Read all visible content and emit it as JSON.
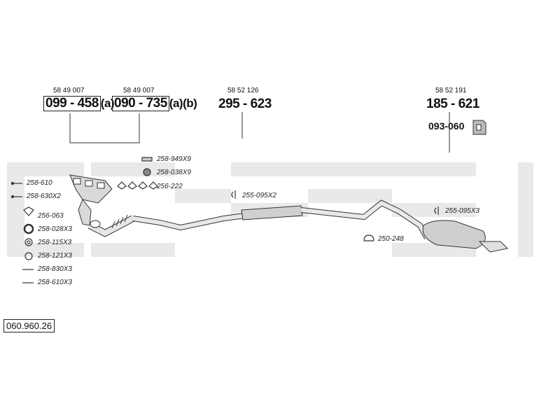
{
  "diagram_ref": "060.960.26",
  "groups": [
    {
      "oem": "58 49 007",
      "part": "099 - 458",
      "suffix": "(a)"
    },
    {
      "oem": "58 49 007",
      "part": "090 - 735",
      "suffix": "(a)(b)"
    },
    {
      "oem": "58 52 126",
      "part": "295 - 623"
    },
    {
      "oem": "58 52 191",
      "part": "185 - 621"
    }
  ],
  "bracket_part": "093-060",
  "left_parts": [
    "258-610",
    "258-630X2",
    "256-063",
    "258-028X3",
    "258-115X3",
    "258-121X3",
    "258-830X3",
    "258-610X3"
  ],
  "top_parts": [
    "258-949X9",
    "258-038X9",
    "256-222"
  ],
  "clamp_parts": [
    "255-095X2",
    "255-095X3"
  ],
  "hanger_part": "250-248",
  "colors": {
    "watermark": "#e9e9e9",
    "line": "#333333",
    "pipe_fill": "#dcdcdc"
  }
}
